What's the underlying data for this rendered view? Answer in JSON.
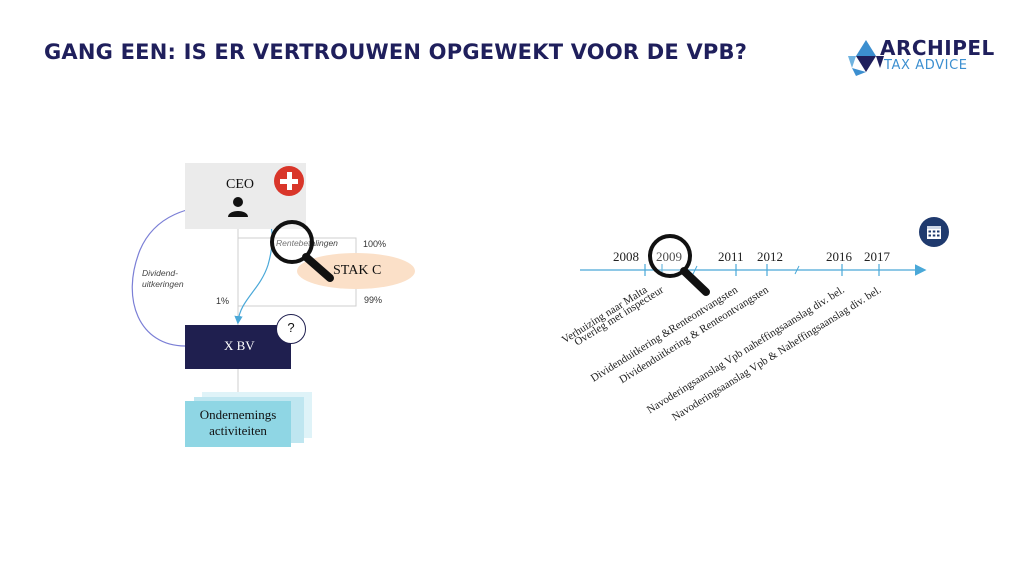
{
  "header": {
    "title": "GANG EEN: IS ER VERTROUWEN OPGEWEKT VOOR DE VPB?"
  },
  "logo": {
    "name": "ARCHIPEL",
    "subtitle": "TAX ADVICE",
    "colors": {
      "dark": "#1f1f5c",
      "light": "#3c8fd0"
    }
  },
  "structure": {
    "ceo": {
      "label": "CEO",
      "icons": [
        "person-icon",
        "swiss-flag-icon"
      ]
    },
    "stak": {
      "label": "STAK C"
    },
    "xbv": {
      "label": "X BV",
      "badge": "?"
    },
    "onderneming": {
      "line1": "Ondernemings",
      "line2": "activiteiten"
    },
    "arrows": {
      "rente": "Rentebetalingen",
      "dividend_line1": "Dividend-",
      "dividend_line2": "uitkeringen"
    },
    "percentages": {
      "ceo_stak": "100%",
      "ceo_xbv": "1%",
      "stak_xbv": "99%"
    }
  },
  "timeline": {
    "years": [
      "2008",
      "2009",
      "2011",
      "2012",
      "2016",
      "2017"
    ],
    "events": [
      "Verhuizing naar Malta",
      "Overleg met inspecteur",
      "Dividenduitkering &Renteontvangsten",
      "Dividenduitkering & Renteontvangsten",
      "Navoderingsaanslag Vpb naheffingsaanslag div. bel.",
      "Navoderingsaanslag Vpb & Naheffingsaanslag div. bel."
    ],
    "icon": "calendar-icon",
    "accent_color": "#4aa8d8"
  },
  "magnifier_icon": "magnifying-glass-icon"
}
